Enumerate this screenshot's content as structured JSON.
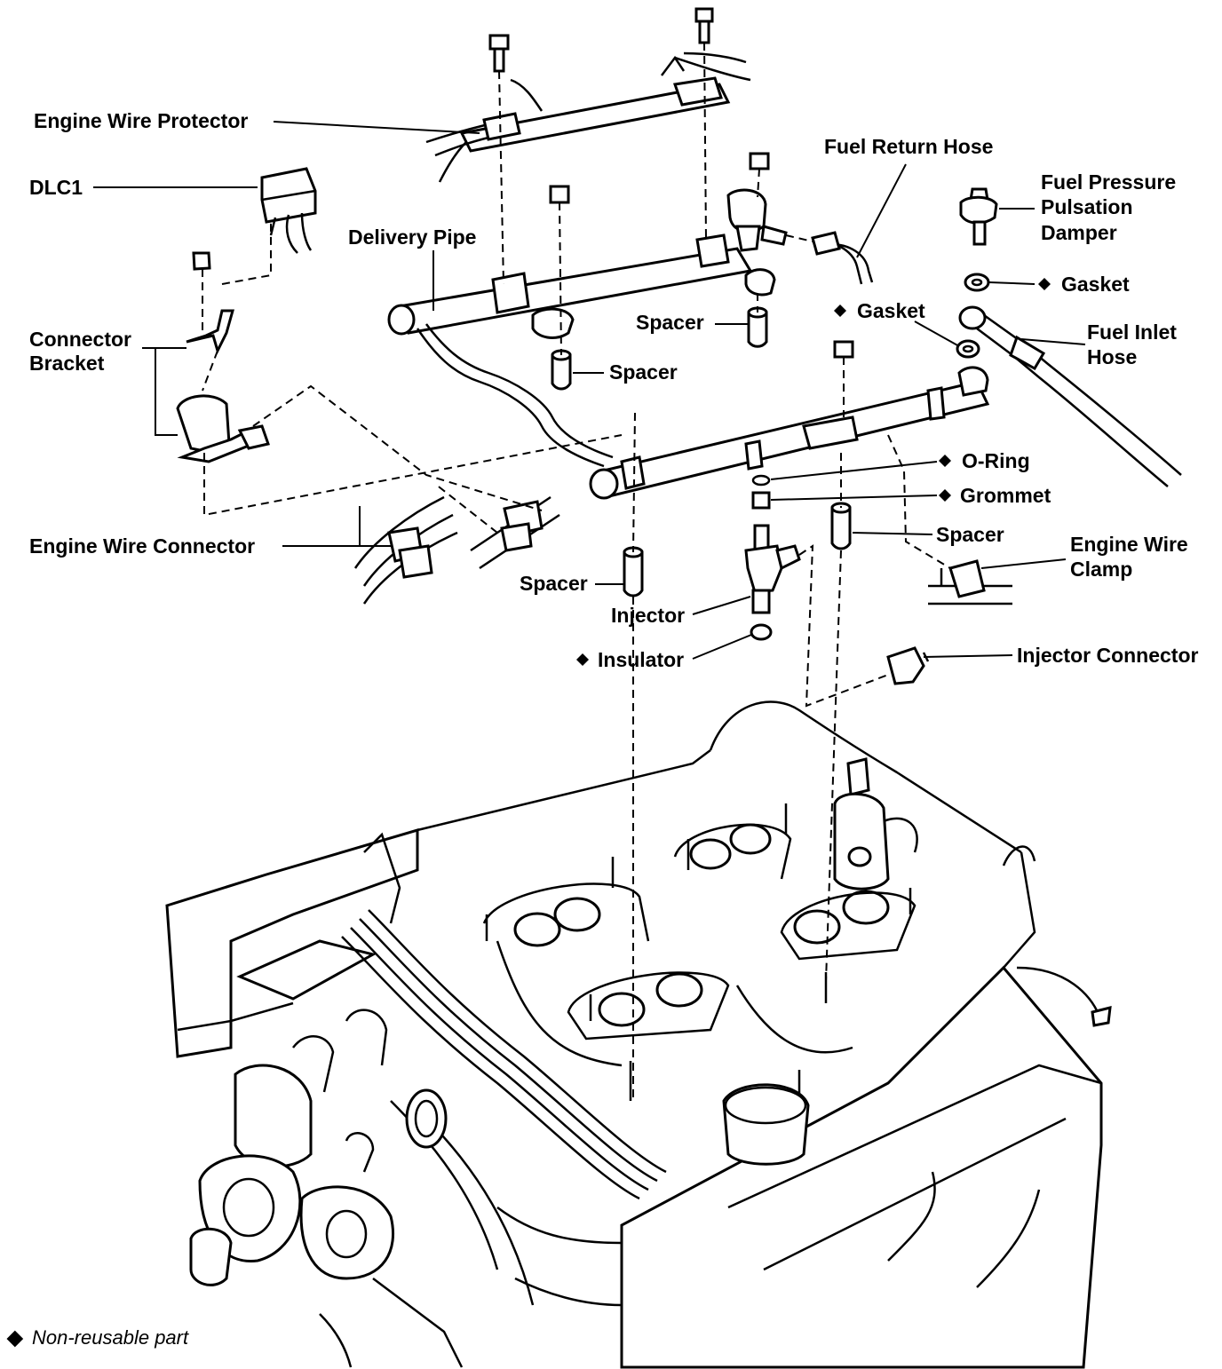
{
  "labels": {
    "engine_wire_protector": "Engine Wire Protector",
    "dlc1": "DLC1",
    "delivery_pipe": "Delivery Pipe",
    "fuel_return_hose": "Fuel Return Hose",
    "fuel_pressure_pulsation_damper": [
      "Fuel Pressure",
      "Pulsation",
      "Damper"
    ],
    "gasket_right": "Gasket",
    "gasket_mid": "Gasket",
    "fuel_inlet_hose": [
      "Fuel Inlet",
      "Hose"
    ],
    "connector_bracket": [
      "Connector",
      "Bracket"
    ],
    "spacer_upper_right": "Spacer",
    "spacer_upper_left": "Spacer",
    "o_ring": "O-Ring",
    "grommet": "Grommet",
    "spacer_right": "Spacer",
    "engine_wire_connector": "Engine Wire Connector",
    "engine_wire_clamp": [
      "Engine Wire",
      "Clamp"
    ],
    "spacer_lower": "Spacer",
    "injector": "Injector",
    "insulator": "Insulator",
    "injector_connector": "Injector Connector"
  },
  "legend": {
    "symbol": "◆",
    "text": "Non-reusable part"
  }
}
